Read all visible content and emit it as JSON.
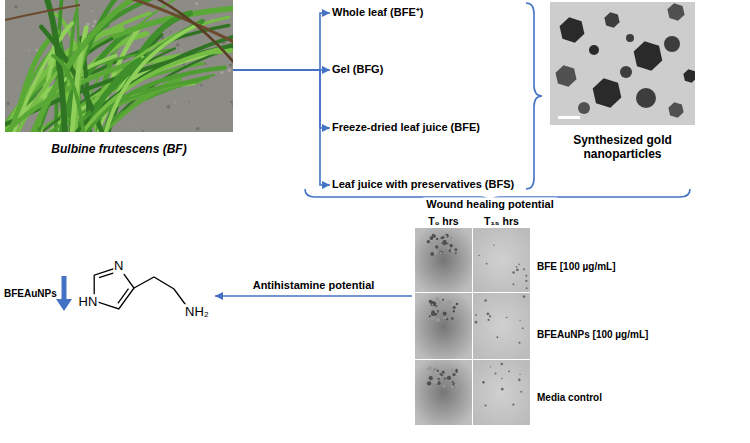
{
  "diagram": {
    "nodes": [
      {
        "text": [
          "Bulbine frutescens (BF)"
        ]
      },
      {
        "text": [
          "Whole leaf (BFE⁺)"
        ]
      },
      {
        "text": [
          "Gel (BFG)"
        ]
      },
      {
        "text": [
          "Freeze-dried leaf juice (BFE)"
        ]
      },
      {
        "text": [
          "Leaf juice with preservatives (BFS)"
        ]
      },
      {
        "text": [
          "Synthesized gold nanoparticles"
        ]
      },
      {
        "text": [
          "T₀ hrs",
          "T₁₅ hrs",
          "BFE [100 µg/mL]",
          "BFEAuNPs [100 µg/mL]",
          "Media control"
        ]
      },
      {
        "text": [
          "N",
          "HN",
          "NH₂"
        ]
      }
    ],
    "edges": [
      {
        "from": 0,
        "to": 1,
        "arrow": "to"
      },
      {
        "from": 0,
        "to": 2,
        "arrow": "to"
      },
      {
        "from": 0,
        "to": 3,
        "arrow": "to"
      },
      {
        "from": 0,
        "to": 4,
        "arrow": "to"
      },
      {
        "from": 6,
        "to": 7,
        "label": "Antihistamine potential",
        "arrow": "to"
      }
    ],
    "labels": [
      "Wound healing potential",
      "BFEAuNPs"
    ]
  }
}
